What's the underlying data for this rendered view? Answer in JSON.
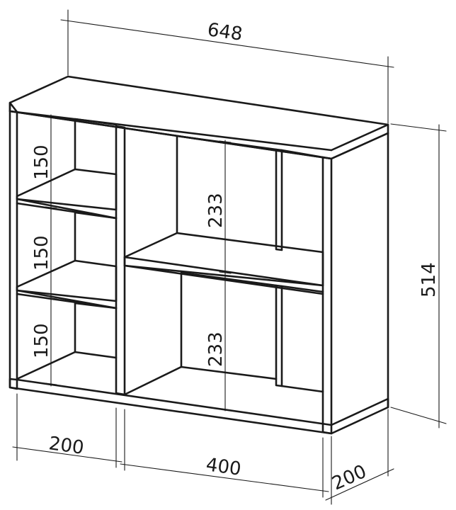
{
  "dimensions": {
    "overall_width": "648",
    "overall_height": "514",
    "depth": "200",
    "left_column_width": "200",
    "right_column_width": "400",
    "left_cell_top": "150",
    "left_cell_middle": "150",
    "left_cell_bottom": "150",
    "right_cell_top": "233",
    "right_cell_bottom": "233"
  },
  "colors": {
    "line": "#1a1a1a",
    "background": "#ffffff"
  }
}
